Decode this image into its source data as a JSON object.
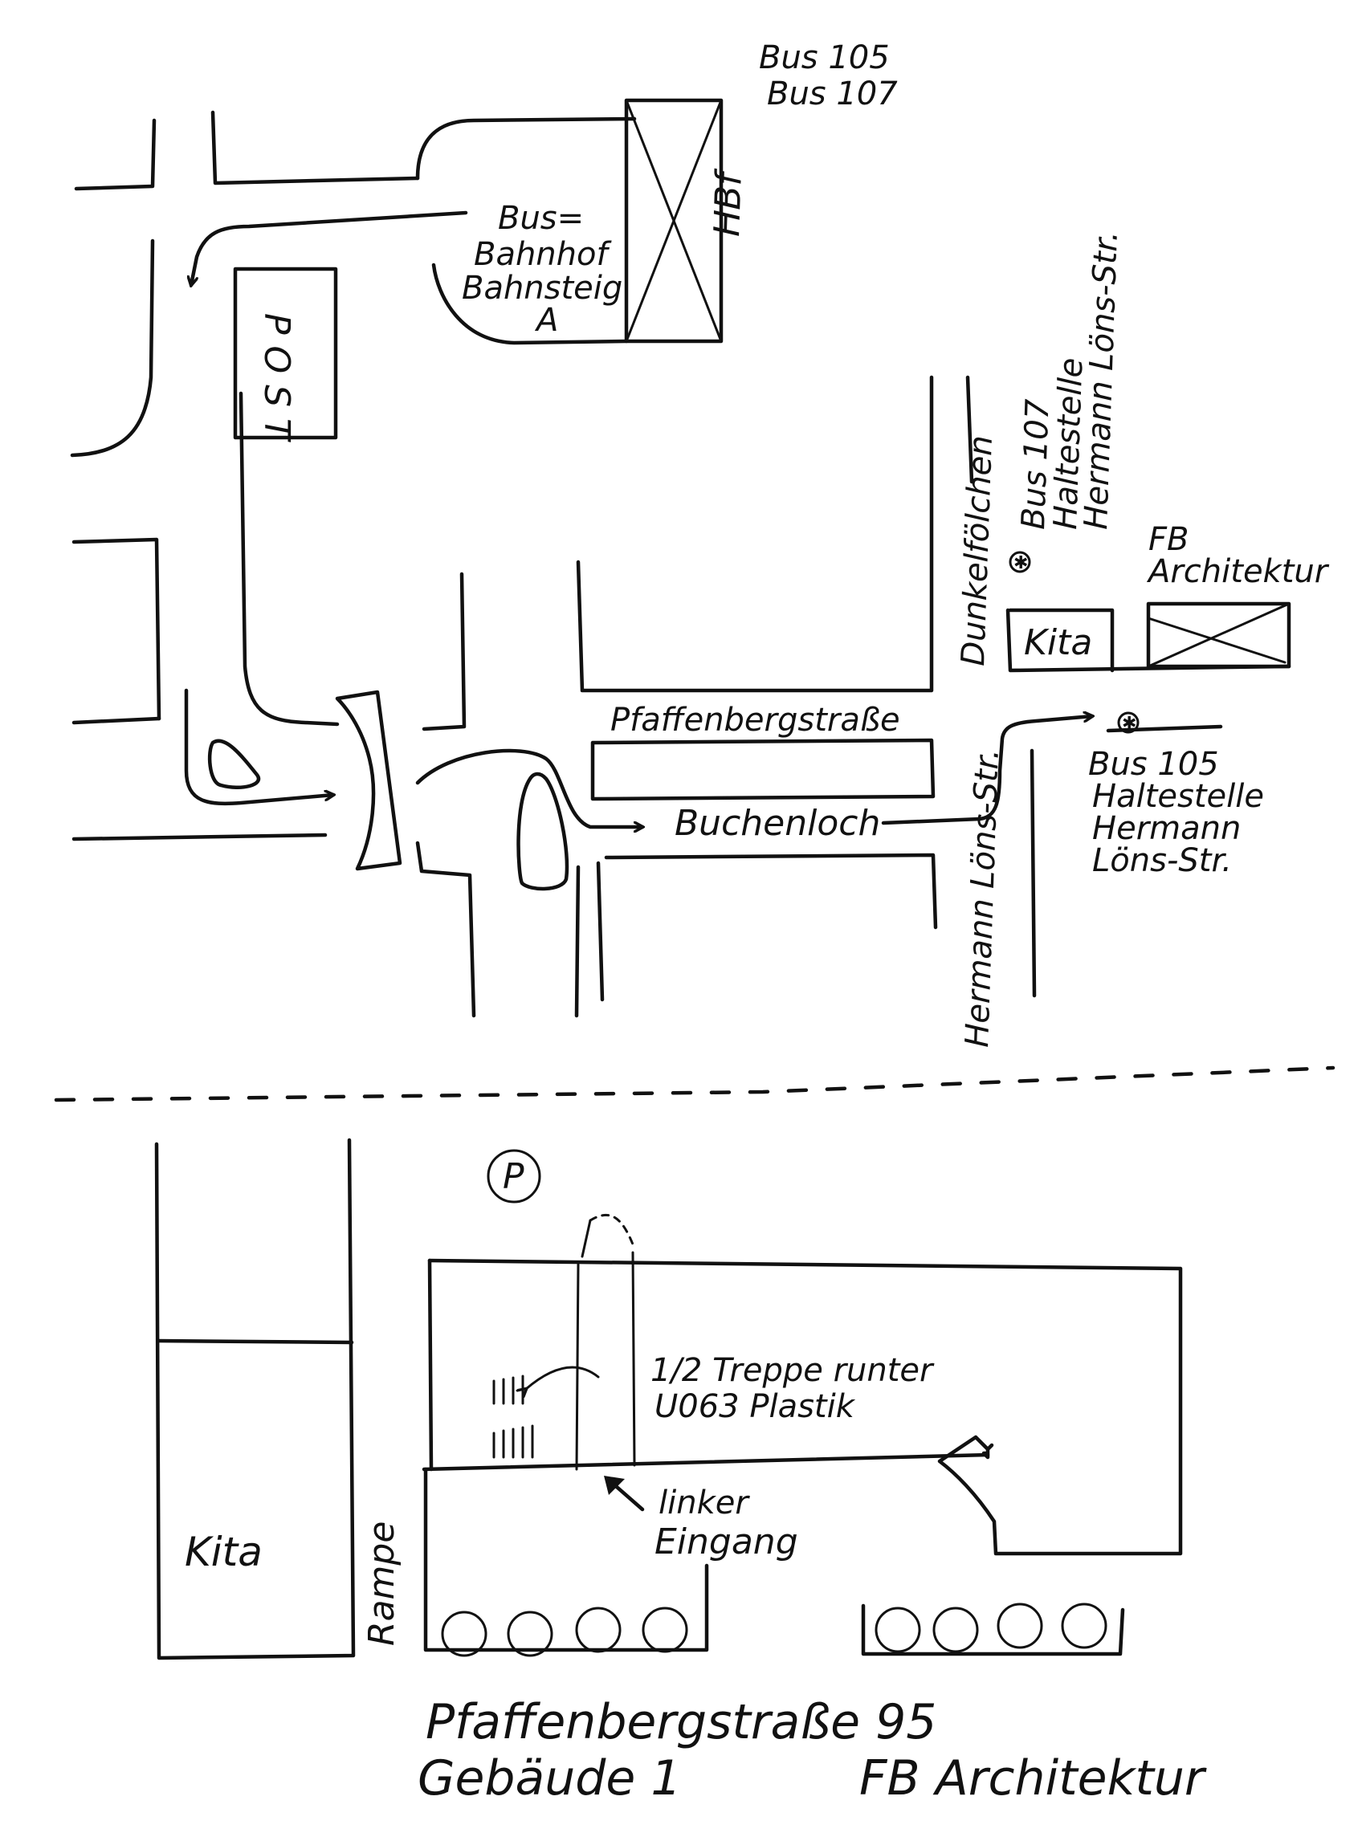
{
  "map": {
    "bus_lines_station": [
      "Bus 105",
      "Bus 107"
    ],
    "hbf_label": "HBf",
    "bus_station_label": [
      "Bus=",
      "Bahnhof",
      "Bahnsteig",
      "A"
    ],
    "post_label": "POST",
    "street_dunkelfoelchen": "Dunkelfölchen",
    "bus107_stop_label": [
      "Bus 107",
      "Haltestelle",
      "Hermann Löns-Str."
    ],
    "fb_architektur_label": [
      "FB",
      "Architektur"
    ],
    "kita_label_top": "Kita",
    "street_pfaffenbergstrasse": "Pfaffenbergstraße",
    "street_buchenloch": "Buchenloch",
    "bus105_stop_label": [
      "Bus 105",
      "Haltestelle",
      "Hermann",
      "Löns-Str."
    ],
    "street_hermann_loens": "Hermann Löns-Str.",
    "stop_marker_icon": "asterisk-circle-icon"
  },
  "site_plan": {
    "parking_label": "P",
    "stairs_note": [
      "1/2 Treppe runter",
      "U063  Plastik"
    ],
    "entrance_note": [
      "linker",
      "Eingang"
    ],
    "ramp_label": "Rampe",
    "kita_label": "Kita"
  },
  "footer": {
    "address_line": "Pfaffenbergstraße 95",
    "building_line": "Gebäude 1",
    "department_line": "FB Architektur"
  }
}
